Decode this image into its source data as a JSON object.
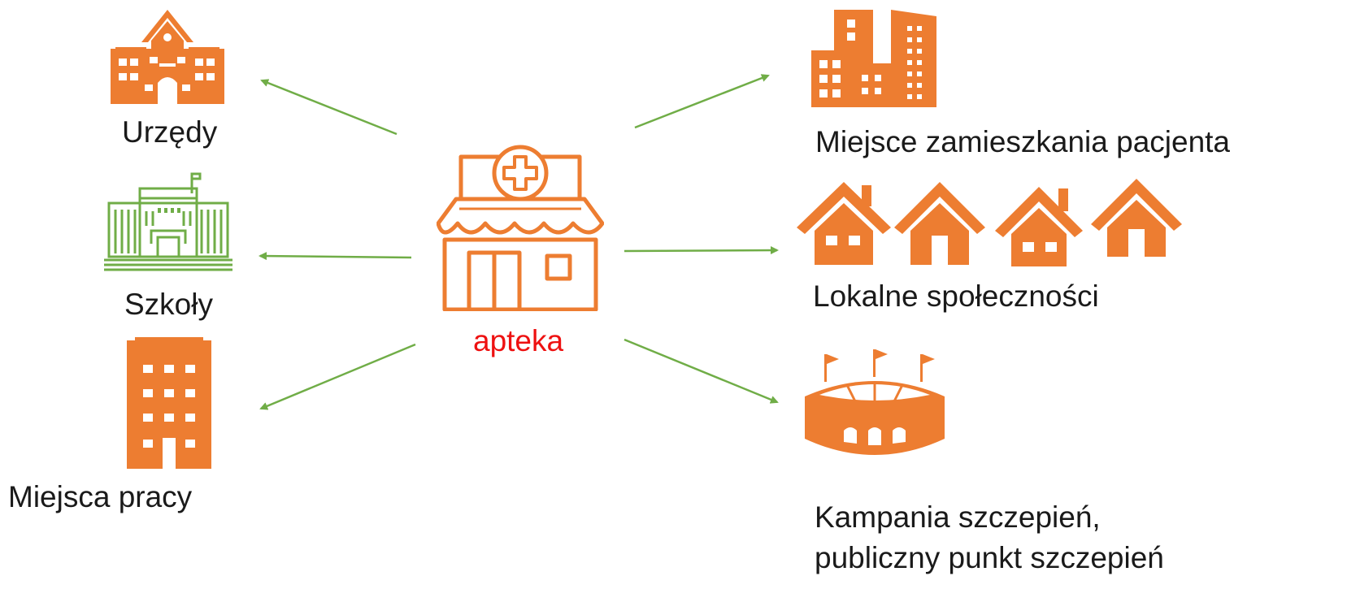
{
  "center": {
    "label": "apteka",
    "icon": "pharmacy-store-icon"
  },
  "left_nodes": [
    {
      "label": "Urzędy",
      "icon": "city-hall-icon"
    },
    {
      "label": "Szkoły",
      "icon": "school-building-icon"
    },
    {
      "label": "Miejsca pracy",
      "icon": "office-tower-icon"
    }
  ],
  "right_nodes": [
    {
      "label": "Miejsce zamieszkania pacjenta",
      "icon": "apartment-buildings-icon"
    },
    {
      "label": "Lokalne społeczności",
      "icon": "houses-icon"
    },
    {
      "label_line1": "Kampania szczepień,",
      "label_line2": "publiczny punkt szczepień",
      "icon": "stadium-icon"
    }
  ],
  "colors": {
    "icon_orange": "#ed7d31",
    "school_green": "#70ad47",
    "arrow_green": "#70ad47",
    "center_label_red": "#ee1111"
  }
}
